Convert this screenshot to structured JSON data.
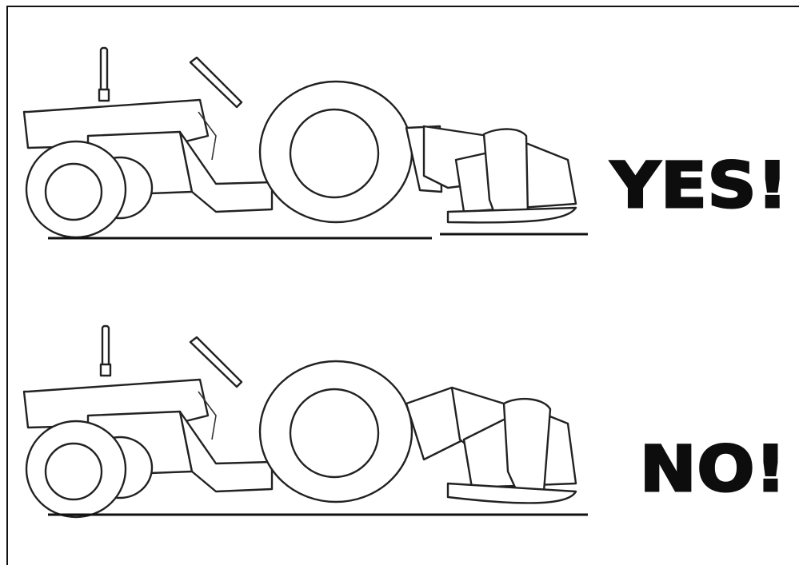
{
  "figure": {
    "panels": [
      {
        "id": "correct",
        "verdict": "YES!",
        "mower_tilt": "level"
      },
      {
        "id": "incorrect",
        "verdict": "NO!",
        "mower_tilt": "tilted"
      }
    ]
  },
  "colors": {
    "line": "#222222",
    "background": "#ffffff",
    "text": "#0d0d0d"
  }
}
